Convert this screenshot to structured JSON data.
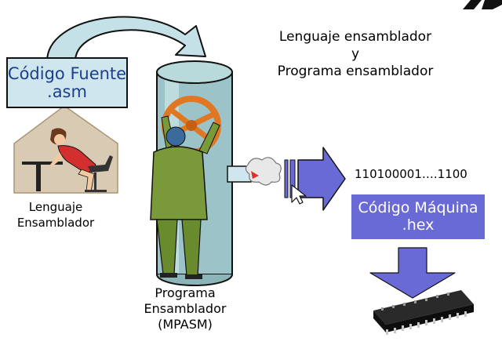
{
  "header": {
    "line1": "Lenguaje ensamblador",
    "line2": "y",
    "line3": "Programa ensamblador"
  },
  "source_box": {
    "line1": "Código Fuente",
    "line2": ".asm"
  },
  "language_label": {
    "line1": "Lenguaje",
    "line2": "Ensamblador"
  },
  "assembler_label": {
    "line1": "Programa",
    "line2": "Ensamblador",
    "line3": "(MPASM)"
  },
  "binary_text": "110100001….1100",
  "machine_box": {
    "line1": "Código Máquina",
    "line2": ".hex"
  },
  "colors": {
    "source_box_fill": "#cfe6ee",
    "source_box_text": "#1b3f8c",
    "curved_arrow": "#c5e1e8",
    "cylinder": "#9cc4c8",
    "output_arrow": "#6a6ad6",
    "machine_box_fill": "#6a6ad6",
    "machine_box_text": "#ffffff",
    "chip": "#1a1a1a"
  }
}
